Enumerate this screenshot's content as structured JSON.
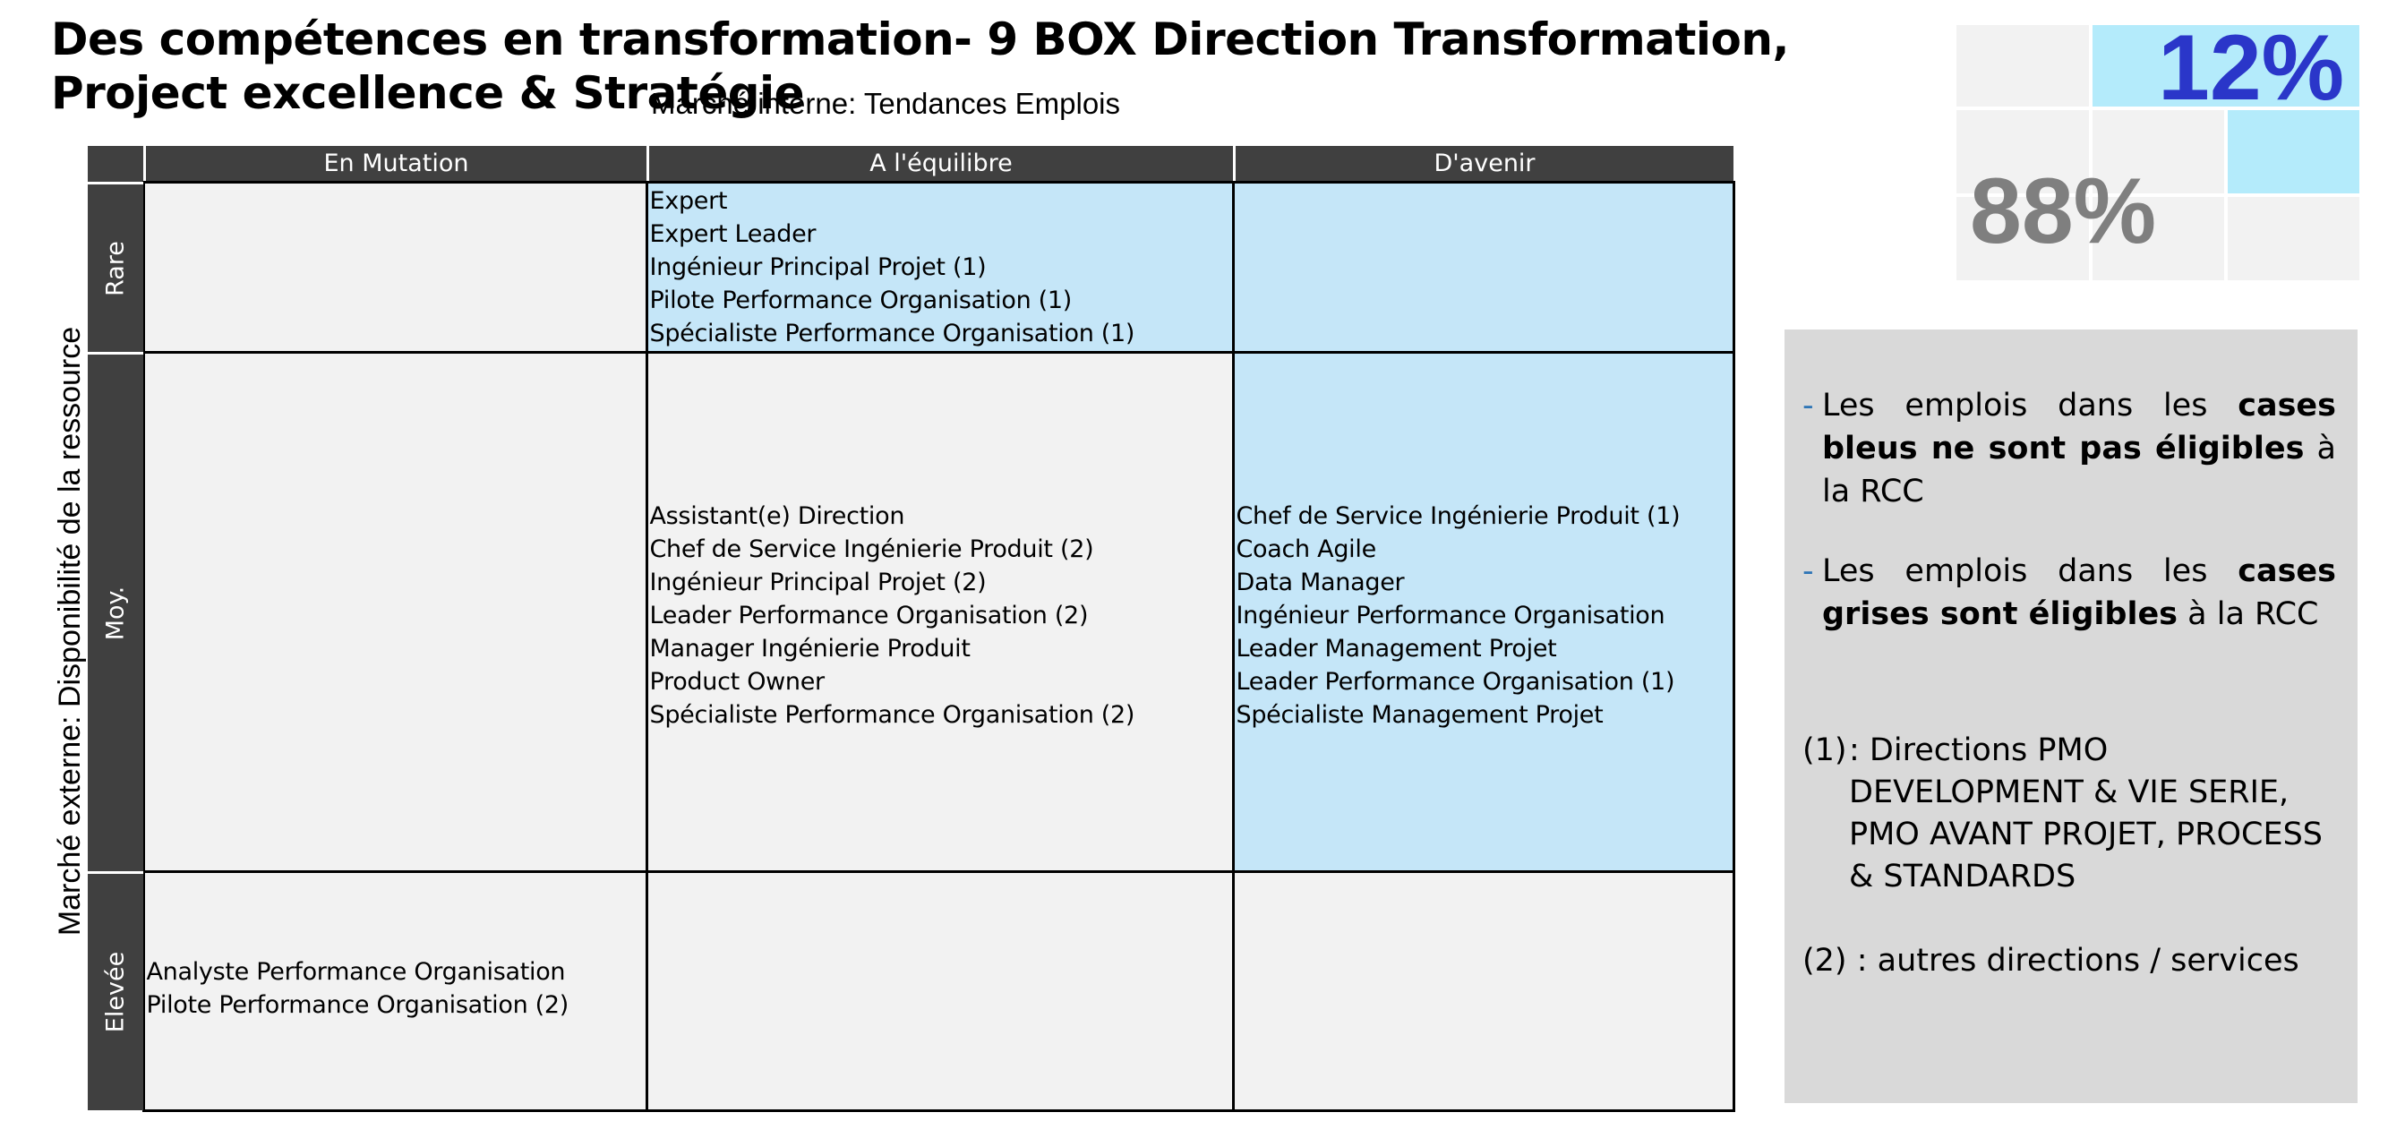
{
  "title": "Des compétences en transformation- 9 BOX Direction Transformation, Project excellence & Stratégie",
  "subtitle": "Marché interne: Tendances Emplois",
  "y_axis_label": "Marché externe: Disponibilité de la ressource",
  "columns": [
    "En Mutation",
    "A l'équilibre",
    "D'avenir"
  ],
  "rows": [
    "Rare",
    "Moy.",
    "Elevée"
  ],
  "cells": {
    "rare_mutation": [],
    "rare_equilibre": [
      "Expert",
      "Expert Leader",
      "Ingénieur Principal Projet (1)",
      "Pilote Performance Organisation (1)",
      "Spécialiste Performance Organisation (1)"
    ],
    "rare_avenir": [],
    "moy_mutation": [],
    "moy_equilibre": [
      "Assistant(e) Direction",
      "Chef de Service Ingénierie Produit (2)",
      "Ingénieur Principal Projet (2)",
      "Leader Performance Organisation (2)",
      "Manager Ingénierie Produit",
      "Product Owner",
      "Spécialiste Performance Organisation (2)"
    ],
    "moy_avenir": [
      "Chef de Service Ingénierie Produit (1)",
      "Coach Agile",
      "Data Manager",
      "Ingénieur Performance Organisation",
      "Leader Management Projet",
      "Leader Performance Organisation (1)",
      "Spécialiste Management Projet"
    ],
    "elevee_mutation": [
      "Analyste Performance Organisation",
      "Pilote Performance Organisation (2)"
    ],
    "elevee_equilibre": [],
    "elevee_avenir": []
  },
  "mini_grid": {
    "blue_pct": "12%",
    "grey_pct": "88%",
    "blue_color": "#b4ebfb",
    "grey_color": "#f2f2f2"
  },
  "legend": {
    "dash": "-",
    "bullet1_pre": "Les emplois dans les ",
    "bullet1_bold": "cases bleus ne sont pas éligibles",
    "bullet1_post": " à la RCC",
    "bullet2_pre": "Les emplois dans les ",
    "bullet2_bold": "cases grises sont éligibles",
    "bullet2_post": " à la RCC",
    "note1_num": "(1)",
    "note1_text": ": Directions PMO DEVELOPMENT & VIE SERIE, PMO AVANT PROJET, PROCESS & STANDARDS",
    "note2": "(2) : autres directions / services"
  },
  "colors": {
    "header_bg": "#404040",
    "cell_grey": "#f2f2f2",
    "cell_blue": "#c5e6f8",
    "accent_blue_text": "#2a36c9",
    "panel_bg": "#d9d9d9"
  }
}
